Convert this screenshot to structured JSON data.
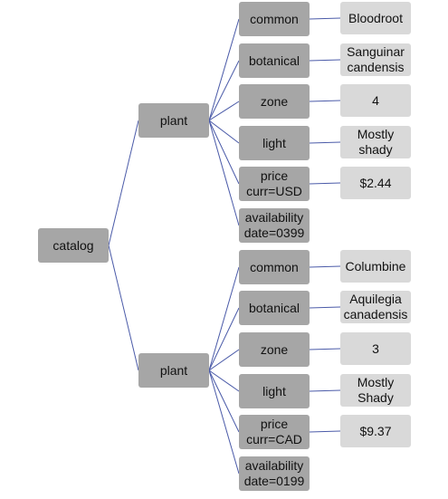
{
  "tree": {
    "root": "catalog",
    "plants": [
      {
        "label": "plant",
        "children": [
          {
            "key": "common",
            "value": "Bloodroot"
          },
          {
            "key": "botanical",
            "value": "Sanguinar\ncandensis"
          },
          {
            "key": "zone",
            "value": "4"
          },
          {
            "key": "light",
            "value": "Mostly\nshady"
          },
          {
            "key": "price\ncurr=USD",
            "value": "$2.44"
          },
          {
            "key": "availability\ndate=0399"
          }
        ]
      },
      {
        "label": "plant",
        "children": [
          {
            "key": "common",
            "value": "Columbine"
          },
          {
            "key": "botanical",
            "value": "Aquilegia\ncanadensis"
          },
          {
            "key": "zone",
            "value": "3"
          },
          {
            "key": "light",
            "value": "Mostly\nShady"
          },
          {
            "key": "price\ncurr=CAD",
            "value": "$9.37"
          },
          {
            "key": "availability\ndate=0199"
          }
        ]
      }
    ]
  },
  "colors": {
    "internal_node": "#a6a6a6",
    "leaf_node": "#d9d9d9",
    "connector": "#4a5aa8",
    "text": "#111111"
  }
}
